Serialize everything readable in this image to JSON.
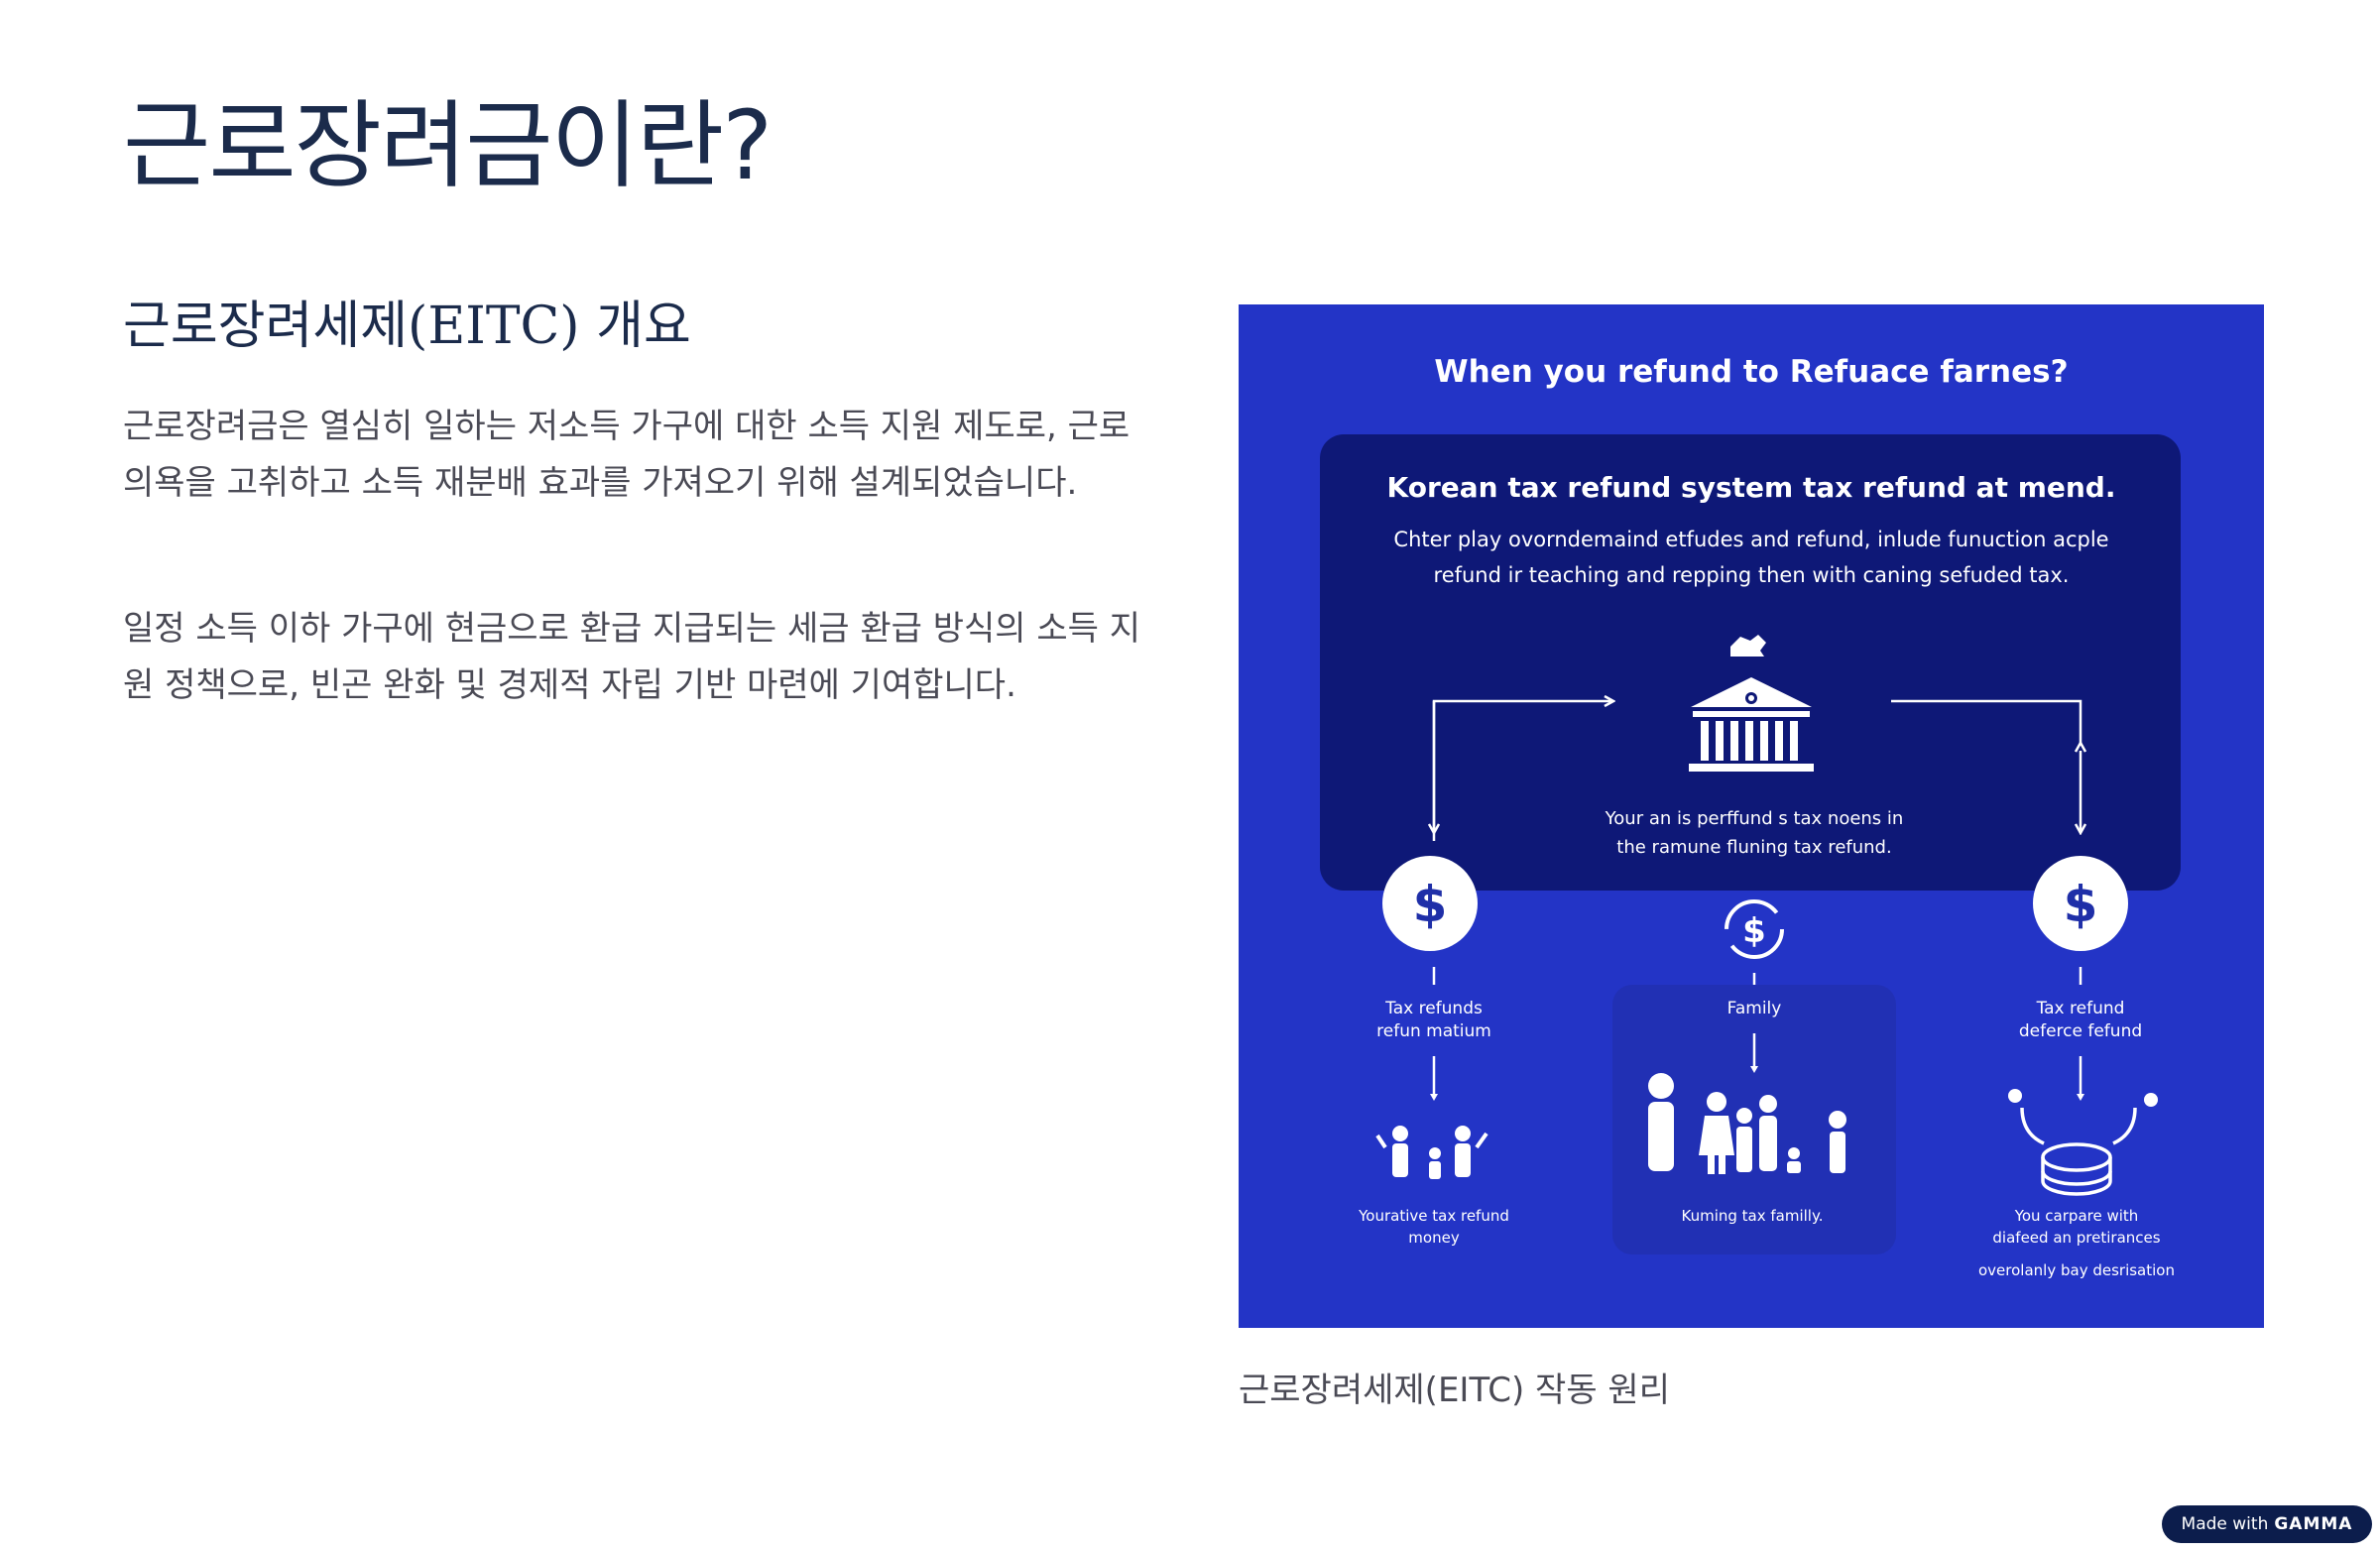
{
  "page": {
    "title": "근로장려금이란?",
    "section_heading": "근로장려세제(EITC) 개요",
    "paragraphs": [
      "근로장려금은 열심히 일하는 저소득 가구에 대한 소득 지원 제도로, 근로 의욕을 고취하고 소득 재분배 효과를 가져오기 위해 설계되었습니다.",
      "일정 소득 이하 가구에 현금으로 환급 지급되는 세금 환급 방식의 소득 지원 정책으로, 빈곤 완화 및 경제적 자립 기반 마련에 기여합니다."
    ],
    "figure_caption": "근로장려세제(EITC) 작동 원리"
  },
  "infographic": {
    "heading": "When you refund to Refuace farnes?",
    "panel_title": "Korean tax refund system tax refund at mend.",
    "panel_text_line1": "Chter play ovorndemaind etfudes and refund, inlude funuction acple",
    "panel_text_line2": "refund ir teaching and repping then with caning sefuded tax.",
    "center_text_line1": "Your an is perffund s tax noens in",
    "center_text_line2": "the ramune fluning tax refund.",
    "left_label_line1": "Tax refunds",
    "left_label_line2": "refun matium",
    "center_label": "Family",
    "right_label_line1": "Tax refund",
    "right_label_line2": "deferce fefund",
    "left_bottom_line1": "Yourative tax refund",
    "left_bottom_line2": "money",
    "center_bottom": "Kuming tax familly.",
    "right_bottom_line1": "You carpare with",
    "right_bottom_line2": "diafeed an pretirances",
    "right_bottom_line3": "overolanly bay desrisation",
    "dollar_symbol": "$",
    "colors": {
      "background": "#2334c6",
      "panel": "#0e1877",
      "family_panel": "#2130b4",
      "foreground": "#ffffff",
      "dollar": "#1f2fa8"
    },
    "icons": [
      "bank-icon",
      "dollar-circle-icon",
      "dollar-refresh-icon",
      "family-icon",
      "coin-stack-icon",
      "arrow-icon"
    ]
  },
  "badge": {
    "made_with": "Made with",
    "brand": "GAMMA"
  }
}
